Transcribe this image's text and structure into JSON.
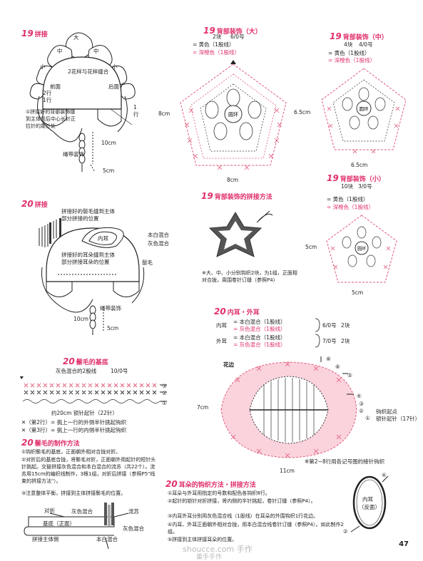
{
  "section_a": {
    "num": "19",
    "title": "拼接",
    "top": "大",
    "mid_l": "中",
    "mid_r": "中",
    "small_l": "小",
    "small_r": "小",
    "center": "2花样与花样缝合",
    "front": "前面",
    "back": "后面",
    "row2": "2行",
    "row1": "1行",
    "row1b": "1行",
    "note": "①拼接好的背部装饰缝到主体前后中心长针正拉针的尾针处",
    "len": "10cm",
    "rope": "绳带装饰",
    "len2": "5cm"
  },
  "back_large": {
    "num": "19",
    "title": "背部装饰（大）",
    "pieces": "2块",
    "hook": "6/0号",
    "legend1": "= 黄色（1股线）",
    "legend2": "= 深橙色（1股线）",
    "center": "圆环",
    "height": "8cm",
    "width": "8cm"
  },
  "back_medium": {
    "num": "19",
    "title": "背部装饰（中）",
    "pieces": "4块",
    "hook": "4/0号",
    "legend1": "= 黄色（1股线）",
    "legend2": "= 深橙色（1股线）",
    "center": "圆环",
    "height": "6.5cm",
    "width": "6.5cm"
  },
  "back_small": {
    "num": "19",
    "title": "背部装饰（小）",
    "pieces": "10块",
    "hook": "3/0号",
    "legend1": "= 黄色（1股线）",
    "legend2": "= 深橙色（1股线）",
    "center": "圆环",
    "height": "5cm",
    "width": "5cm"
  },
  "join_method": {
    "num": "19",
    "title": "背部装饰的拼接方法",
    "note": "※大、中、小分别钩织2块，为1组，正面相对合拢，周围卷针订缝（参照P4）"
  },
  "section_b": {
    "num": "20",
    "title": "拼接",
    "label1": "拼接好的鬃毛缝到主体",
    "label2": "部分拼接的位置",
    "inner": "内耳",
    "c1": "本白混合",
    "c2": "灰色混合",
    "mane": "鬃毛",
    "label3": "拼接好的耳朵缝到主体",
    "label4": "部分拼接耳朵的位置",
    "rope": "绳带装饰",
    "len": "10cm",
    "len2": "5cm"
  },
  "ears": {
    "num": "20",
    "title": "内耳・外耳",
    "inner": "内耳",
    "outer": "外耳",
    "in1": "= 本白混合（1股线）",
    "in2": "= 灰色混合（1股线）",
    "out1": "= 本白混合（1股线）",
    "out2": "= 灰色混合（1股线）",
    "hook1": "6/0号",
    "count1": "2块",
    "hook2": "7/0号",
    "count2": "2块",
    "edge": "花边",
    "m8": "⑧",
    "m6": "⑥",
    "m5": "⑤",
    "m4": "④",
    "m3": "③",
    "m2": "②",
    "m1": "①",
    "start": "钩织起点",
    "start2": "锁针起针（17针）",
    "height": "7cm",
    "width": "11cm",
    "foot": "※第2~8行用各记号图的棱针钩织"
  },
  "mane_base": {
    "num": "20",
    "title": "鬃毛的基底",
    "yarn": "灰色混合的2股线",
    "hook": "10/0号",
    "r3": "③",
    "r2": "②",
    "r1": "①",
    "width": "约20cm 锁针起针（22针）",
    "note1": "✕（第2行）= 挑上一行的外侧半针挑起钩织",
    "note2": "✕（第3行）= 挑上一行的内侧半针挑起钩织"
  },
  "mane_method": {
    "num": "20",
    "title": "鬃毛的制作方法",
    "s1": "①钩织鬃毛的基底，正面朝外相对合拢对折。",
    "s2": "②对折后的基底合拢，将鬃毛对折，正面朝外用起针的短针头针挑起。交替拼接灰色混合和本白混合的流苏（共22个）。流苏用15cm的编织线制作，3根1组，对折后拼接（参照P5\"线束的拼接方法\"）。",
    "s3": "③注意整体平衡，拼接到主体拼接鬃毛的位置。",
    "fold": "对折",
    "gray": "灰色混合",
    "tassel": "流苏",
    "base": "基底（正面）",
    "gray2": "灰色混合",
    "main": "拼接主体侧",
    "white": "本白混合"
  },
  "ear_method": {
    "num": "20",
    "title": "耳朵的钩织方法・拼接方法",
    "s1": "①耳朵与外耳用指定的号数和配色各钩织8行。",
    "s2": "②起针的锁针对折拼接，将内侧的半针挑起，卷针订缝（参照P4）。",
    "s3": "③内耳外耳分别用灰色混合线（1股线）在耳朵的外围钩织1行花边。",
    "s4": "④内耳、外耳正面朝外相对合拢，用本白混合线卷针订缝（参照P4）。如此制作2组。",
    "s5": "⑤拼接到主体拼接耳朵的位置。",
    "inner": "内耳",
    "back": "（反面）",
    "m4": "④",
    "m2": "②"
  },
  "page": {
    "number": "47"
  },
  "watermark": {
    "text": "shoucce.com 手作",
    "text2": "巢手手作"
  }
}
